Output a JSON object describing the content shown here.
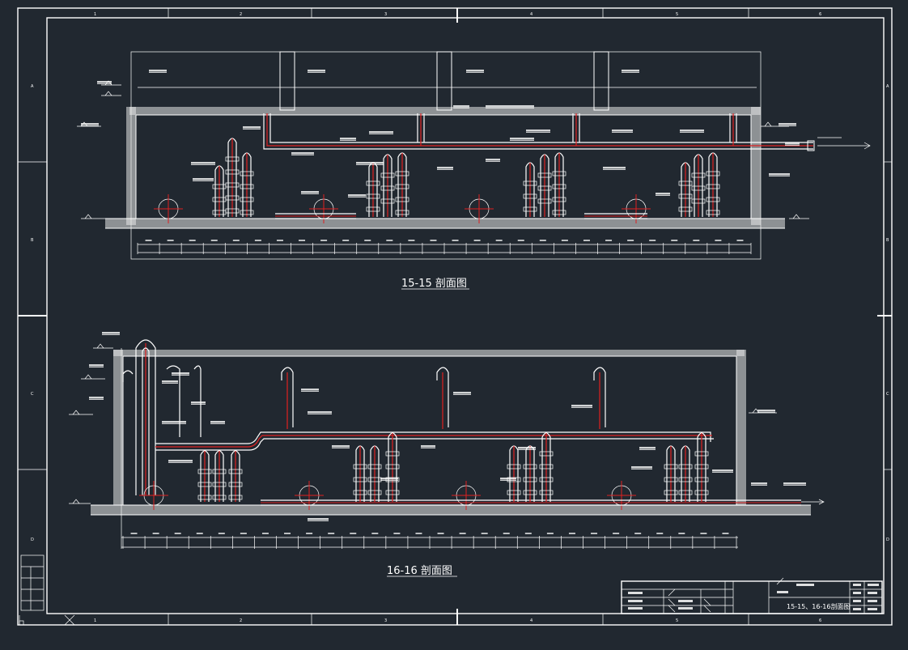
{
  "colors": {
    "background": "#212830",
    "line": "#ffffff",
    "pipe_centerline": "#e02020"
  },
  "border": {
    "column_marks_top": [
      "1",
      "2",
      "3",
      "4",
      "5",
      "6"
    ],
    "column_marks_bottom": [
      "1",
      "2",
      "3",
      "4",
      "5",
      "6"
    ],
    "row_marks_left": [
      "A",
      "B",
      "C",
      "D"
    ],
    "row_marks_right": [
      "A",
      "B",
      "C",
      "D"
    ]
  },
  "sections": [
    {
      "id": "15-15",
      "title": "15-15 剖面图"
    },
    {
      "id": "16-16",
      "title": "16-16 剖面图"
    }
  ],
  "title_block": {
    "drawing_title": "15-15、16-16剖面图"
  },
  "icons": {
    "elevation_marker": "elevation-marker-icon",
    "pipe_circle": "pipe-circle-icon",
    "flow_arrow": "flow-arrow-icon",
    "origin_corner": "ucs-origin-icon"
  }
}
